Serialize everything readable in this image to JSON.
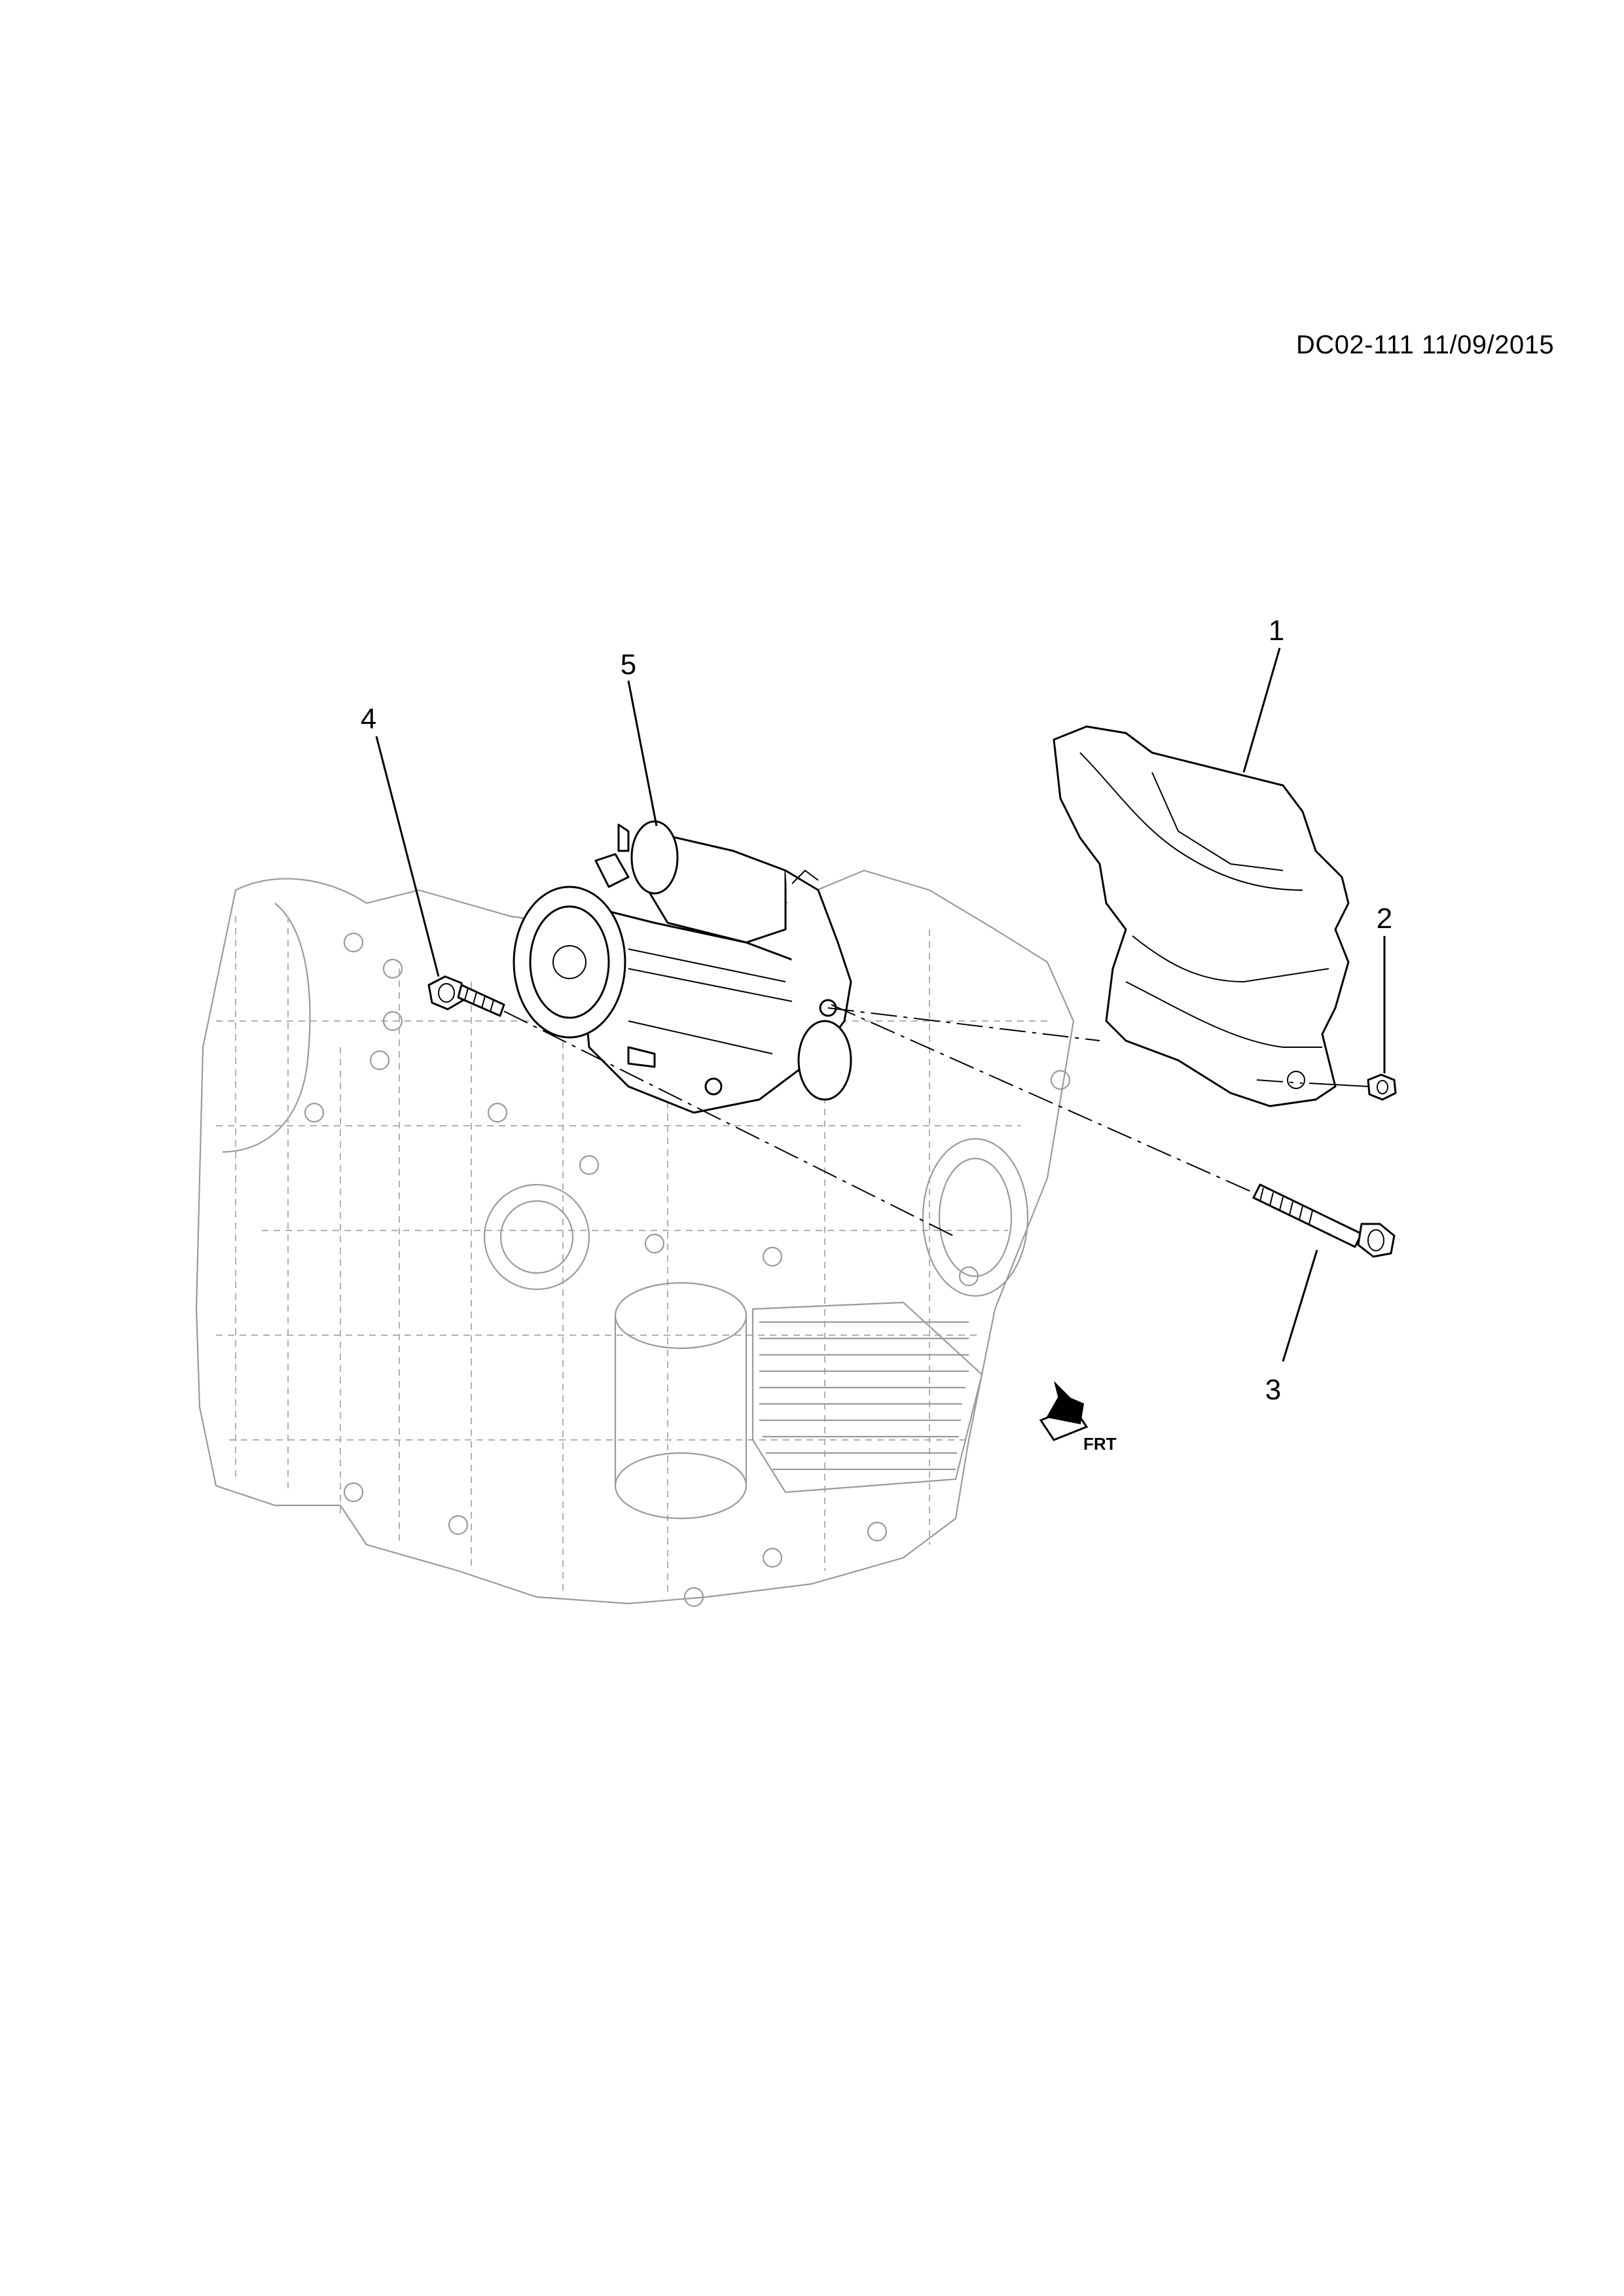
{
  "drawing_id": "DC02-111 11/09/2015",
  "orientation_label": "FRT",
  "callouts": [
    {
      "id": "1",
      "label": "1"
    },
    {
      "id": "2",
      "label": "2"
    },
    {
      "id": "3",
      "label": "3"
    },
    {
      "id": "4",
      "label": "4"
    },
    {
      "id": "5",
      "label": "5"
    }
  ]
}
